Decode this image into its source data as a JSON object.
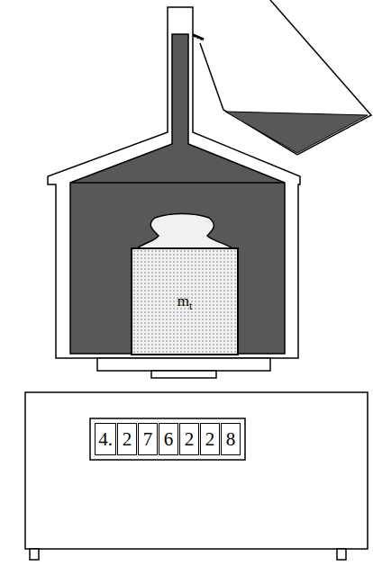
{
  "diagram": {
    "nodes": [
      {
        "text": [
          "m",
          "t"
        ]
      },
      {
        "text": [
          "4."
        ]
      },
      {
        "text": [
          "2"
        ]
      },
      {
        "text": [
          "7"
        ]
      },
      {
        "text": [
          "6"
        ]
      },
      {
        "text": [
          "2"
        ]
      },
      {
        "text": [
          "2"
        ]
      },
      {
        "text": [
          "8"
        ]
      }
    ]
  }
}
